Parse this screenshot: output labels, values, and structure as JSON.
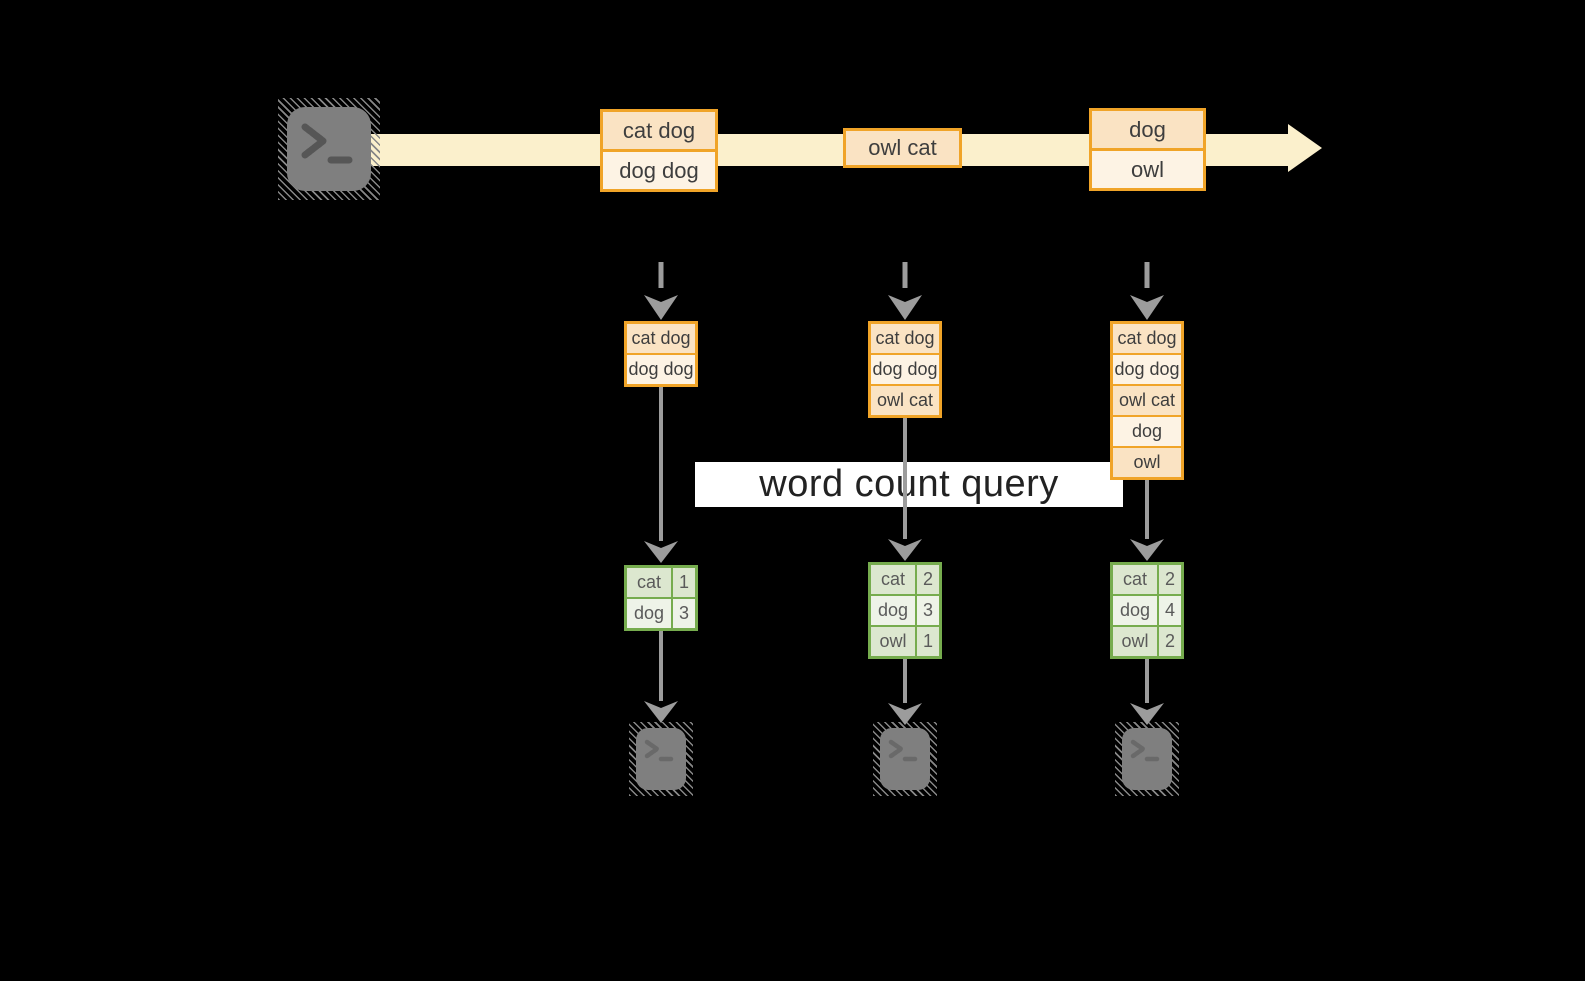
{
  "title": {
    "label": "word count query"
  },
  "stream": {
    "source_icon": "terminal-icon",
    "events": [
      {
        "lines": [
          "cat dog",
          "dog dog"
        ]
      },
      {
        "lines": [
          "owl cat"
        ]
      },
      {
        "lines": [
          "dog",
          "owl"
        ]
      }
    ]
  },
  "pipelines": [
    {
      "state_lines": [
        "cat dog",
        "dog dog"
      ],
      "counts": [
        [
          "cat",
          "1"
        ],
        [
          "dog",
          "3"
        ]
      ],
      "sink_icon": "terminal-icon"
    },
    {
      "state_lines": [
        "cat dog",
        "dog dog",
        "owl cat"
      ],
      "counts": [
        [
          "cat",
          "2"
        ],
        [
          "dog",
          "3"
        ],
        [
          "owl",
          "1"
        ]
      ],
      "sink_icon": "terminal-icon"
    },
    {
      "state_lines": [
        "cat dog",
        "dog dog",
        "owl cat",
        "dog",
        "owl"
      ],
      "counts": [
        [
          "cat",
          "2"
        ],
        [
          "dog",
          "4"
        ],
        [
          "owl",
          "2"
        ]
      ],
      "sink_icon": "terminal-icon"
    }
  ],
  "colors": {
    "background": "#000000",
    "stream_band": "#FBF0CC",
    "event_border": "#F0A428",
    "event_fill_dark": "#FAE3C3",
    "event_fill_light": "#FDF3E4",
    "table_border": "#76AC4E",
    "table_fill_dark": "#DCE7CF",
    "table_fill_light": "#EEF3E8",
    "arrow_gray": "#9C9C9C",
    "terminal_gray": "#7F7F7F",
    "query_band_bg": "#FFFFFF"
  }
}
